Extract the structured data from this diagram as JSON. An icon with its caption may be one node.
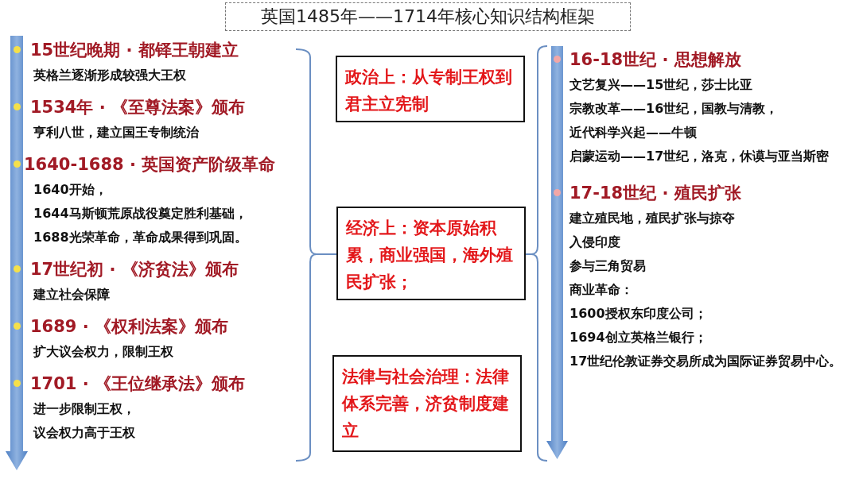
{
  "diagram": {
    "title": "英国1485年——1714年核心知识结构框架",
    "nodes": [
      {
        "text": [
          "政治上：从专制王权到君主立宪制"
        ]
      },
      {
        "text": [
          "经济上：资本原始积累，商业强国，海外殖民扩张；"
        ]
      },
      {
        "text": [
          "法律与社会治理：法律体系完善，济贫制度建立"
        ]
      }
    ],
    "labels": [
      "15世纪晚期 · 都铎王朝建立",
      "英格兰逐渐形成较强大王权",
      "1534年 · 《至尊法案》颁布",
      "亨利八世，建立国王专制统治",
      "1640-1688 · 英国资产阶级革命",
      "1640开始，",
      "1644马斯顿荒原战役奠定胜利基础，",
      "1688光荣革命，革命成果得到巩固。",
      "17世纪初 · 《济贫法》颁布",
      "建立社会保障",
      "1689 · 《权利法案》颁布",
      "扩大议会权力，限制王权",
      "1701 · 《王位继承法》颁布",
      "进一步限制王权，",
      "议会权力高于王权",
      "16-18世纪 · 思想解放",
      "文艺复兴——15世纪，莎士比亚",
      "宗教改革——16世纪，国教与清教，",
      "近代科学兴起——牛顿",
      "启蒙运动——17世纪，洛克，休谟与亚当斯密",
      "17-18世纪 · 殖民扩张",
      "建立殖民地，殖民扩张与掠夺",
      "入侵印度",
      "参与三角贸易",
      "商业革命：",
      "1600授权东印度公司；",
      "1694创立英格兰银行；",
      "17世纪伦敦证券交易所成为国际证券贸易中心。"
    ]
  }
}
